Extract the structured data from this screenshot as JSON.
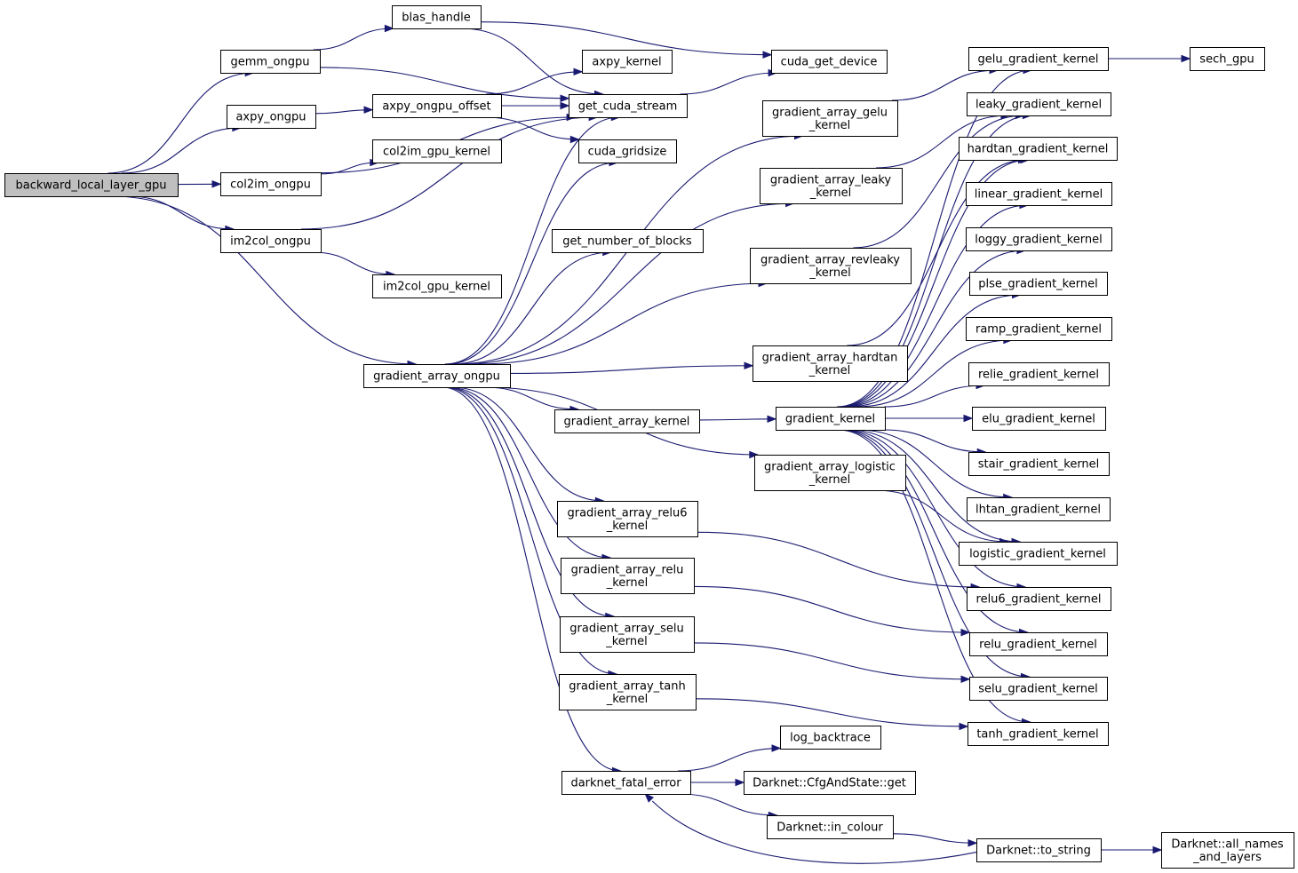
{
  "diagram": {
    "nodes": {
      "backward_local_layer_gpu": [
        "backward_local_layer_gpu"
      ],
      "gemm_ongpu": [
        "gemm_ongpu"
      ],
      "axpy_ongpu": [
        "axpy_ongpu"
      ],
      "col2im_ongpu": [
        "col2im_ongpu"
      ],
      "im2col_ongpu": [
        "im2col_ongpu"
      ],
      "gradient_array_ongpu": [
        "gradient_array_ongpu"
      ],
      "blas_handle": [
        "blas_handle"
      ],
      "axpy_ongpu_offset": [
        "axpy_ongpu_offset"
      ],
      "col2im_gpu_kernel": [
        "col2im_gpu_kernel"
      ],
      "im2col_gpu_kernel": [
        "im2col_gpu_kernel"
      ],
      "axpy_kernel": [
        "axpy_kernel"
      ],
      "get_cuda_stream": [
        "get_cuda_stream"
      ],
      "cuda_gridsize": [
        "cuda_gridsize"
      ],
      "get_number_of_blocks": [
        "get_number_of_blocks"
      ],
      "gradient_array_kernel": [
        "gradient_array_kernel"
      ],
      "gradient_array_relu6_kernel": [
        "gradient_array_relu6",
        "_kernel"
      ],
      "gradient_array_relu_kernel": [
        "gradient_array_relu",
        "_kernel"
      ],
      "gradient_array_selu_kernel": [
        "gradient_array_selu",
        "_kernel"
      ],
      "gradient_array_tanh_kernel": [
        "gradient_array_tanh",
        "_kernel"
      ],
      "darknet_fatal_error": [
        "darknet_fatal_error"
      ],
      "cuda_get_device": [
        "cuda_get_device"
      ],
      "gradient_array_gelu_kernel": [
        "gradient_array_gelu",
        "_kernel"
      ],
      "gradient_array_leaky_kernel": [
        "gradient_array_leaky",
        "_kernel"
      ],
      "gradient_array_revleaky_kernel": [
        "gradient_array_revleaky",
        "_kernel"
      ],
      "gradient_array_hardtan_kernel": [
        "gradient_array_hardtan",
        "_kernel"
      ],
      "gradient_kernel": [
        "gradient_kernel"
      ],
      "gradient_array_logistic_kernel": [
        "gradient_array_logistic",
        "_kernel"
      ],
      "log_backtrace": [
        "log_backtrace"
      ],
      "cfgandstate_get": [
        "Darknet::CfgAndState::get"
      ],
      "in_colour": [
        "Darknet::in_colour"
      ],
      "to_string": [
        "Darknet::to_string"
      ],
      "all_names_and_layers": [
        "Darknet::all_names",
        "_and_layers"
      ],
      "gelu_gradient_kernel": [
        "gelu_gradient_kernel"
      ],
      "sech_gpu": [
        "sech_gpu"
      ],
      "leaky_gradient_kernel": [
        "leaky_gradient_kernel"
      ],
      "hardtan_gradient_kernel": [
        "hardtan_gradient_kernel"
      ],
      "linear_gradient_kernel": [
        "linear_gradient_kernel"
      ],
      "loggy_gradient_kernel": [
        "loggy_gradient_kernel"
      ],
      "plse_gradient_kernel": [
        "plse_gradient_kernel"
      ],
      "ramp_gradient_kernel": [
        "ramp_gradient_kernel"
      ],
      "relie_gradient_kernel": [
        "relie_gradient_kernel"
      ],
      "elu_gradient_kernel": [
        "elu_gradient_kernel"
      ],
      "stair_gradient_kernel": [
        "stair_gradient_kernel"
      ],
      "lhtan_gradient_kernel": [
        "lhtan_gradient_kernel"
      ],
      "logistic_gradient_kernel": [
        "logistic_gradient_kernel"
      ],
      "relu6_gradient_kernel": [
        "relu6_gradient_kernel"
      ],
      "relu_gradient_kernel": [
        "relu_gradient_kernel"
      ],
      "selu_gradient_kernel": [
        "selu_gradient_kernel"
      ],
      "tanh_gradient_kernel": [
        "tanh_gradient_kernel"
      ]
    },
    "highlighted_node": "backward_local_layer_gpu",
    "edges": [
      [
        "backward_local_layer_gpu",
        "gemm_ongpu"
      ],
      [
        "backward_local_layer_gpu",
        "axpy_ongpu"
      ],
      [
        "backward_local_layer_gpu",
        "col2im_ongpu"
      ],
      [
        "backward_local_layer_gpu",
        "im2col_ongpu"
      ],
      [
        "backward_local_layer_gpu",
        "gradient_array_ongpu"
      ],
      [
        "gemm_ongpu",
        "blas_handle"
      ],
      [
        "gemm_ongpu",
        "get_cuda_stream"
      ],
      [
        "blas_handle",
        "cuda_get_device"
      ],
      [
        "blas_handle",
        "get_cuda_stream"
      ],
      [
        "get_cuda_stream",
        "cuda_get_device"
      ],
      [
        "axpy_ongpu",
        "axpy_ongpu_offset"
      ],
      [
        "axpy_ongpu_offset",
        "axpy_kernel"
      ],
      [
        "axpy_ongpu_offset",
        "get_cuda_stream"
      ],
      [
        "axpy_ongpu_offset",
        "cuda_gridsize"
      ],
      [
        "col2im_ongpu",
        "col2im_gpu_kernel"
      ],
      [
        "col2im_ongpu",
        "get_cuda_stream"
      ],
      [
        "im2col_ongpu",
        "im2col_gpu_kernel"
      ],
      [
        "im2col_ongpu",
        "get_cuda_stream"
      ],
      [
        "gradient_array_ongpu",
        "get_cuda_stream"
      ],
      [
        "gradient_array_ongpu",
        "cuda_gridsize"
      ],
      [
        "gradient_array_ongpu",
        "get_number_of_blocks"
      ],
      [
        "gradient_array_ongpu",
        "gradient_array_gelu_kernel"
      ],
      [
        "gradient_array_ongpu",
        "gradient_array_leaky_kernel"
      ],
      [
        "gradient_array_ongpu",
        "gradient_array_revleaky_kernel"
      ],
      [
        "gradient_array_ongpu",
        "gradient_array_hardtan_kernel"
      ],
      [
        "gradient_array_ongpu",
        "gradient_array_kernel"
      ],
      [
        "gradient_array_ongpu",
        "gradient_array_logistic_kernel"
      ],
      [
        "gradient_array_ongpu",
        "gradient_array_relu6_kernel"
      ],
      [
        "gradient_array_ongpu",
        "gradient_array_relu_kernel"
      ],
      [
        "gradient_array_ongpu",
        "gradient_array_selu_kernel"
      ],
      [
        "gradient_array_ongpu",
        "gradient_array_tanh_kernel"
      ],
      [
        "gradient_array_ongpu",
        "darknet_fatal_error"
      ],
      [
        "gradient_array_kernel",
        "gradient_kernel"
      ],
      [
        "gradient_array_gelu_kernel",
        "gelu_gradient_kernel"
      ],
      [
        "gradient_array_leaky_kernel",
        "leaky_gradient_kernel"
      ],
      [
        "gradient_array_revleaky_kernel",
        "leaky_gradient_kernel"
      ],
      [
        "gradient_array_hardtan_kernel",
        "hardtan_gradient_kernel"
      ],
      [
        "gradient_array_logistic_kernel",
        "logistic_gradient_kernel"
      ],
      [
        "gradient_array_relu6_kernel",
        "relu6_gradient_kernel"
      ],
      [
        "gradient_array_relu_kernel",
        "relu_gradient_kernel"
      ],
      [
        "gradient_array_selu_kernel",
        "selu_gradient_kernel"
      ],
      [
        "gradient_array_tanh_kernel",
        "tanh_gradient_kernel"
      ],
      [
        "gelu_gradient_kernel",
        "sech_gpu"
      ],
      [
        "gradient_kernel",
        "gelu_gradient_kernel"
      ],
      [
        "gradient_kernel",
        "leaky_gradient_kernel"
      ],
      [
        "gradient_kernel",
        "hardtan_gradient_kernel"
      ],
      [
        "gradient_kernel",
        "linear_gradient_kernel"
      ],
      [
        "gradient_kernel",
        "loggy_gradient_kernel"
      ],
      [
        "gradient_kernel",
        "plse_gradient_kernel"
      ],
      [
        "gradient_kernel",
        "ramp_gradient_kernel"
      ],
      [
        "gradient_kernel",
        "relie_gradient_kernel"
      ],
      [
        "gradient_kernel",
        "elu_gradient_kernel"
      ],
      [
        "gradient_kernel",
        "stair_gradient_kernel"
      ],
      [
        "gradient_kernel",
        "lhtan_gradient_kernel"
      ],
      [
        "gradient_kernel",
        "logistic_gradient_kernel"
      ],
      [
        "gradient_kernel",
        "relu6_gradient_kernel"
      ],
      [
        "gradient_kernel",
        "relu_gradient_kernel"
      ],
      [
        "gradient_kernel",
        "selu_gradient_kernel"
      ],
      [
        "gradient_kernel",
        "tanh_gradient_kernel"
      ],
      [
        "darknet_fatal_error",
        "log_backtrace"
      ],
      [
        "darknet_fatal_error",
        "cfgandstate_get"
      ],
      [
        "darknet_fatal_error",
        "in_colour"
      ],
      [
        "in_colour",
        "to_string"
      ],
      [
        "to_string",
        "darknet_fatal_error"
      ],
      [
        "to_string",
        "all_names_and_layers"
      ]
    ]
  }
}
